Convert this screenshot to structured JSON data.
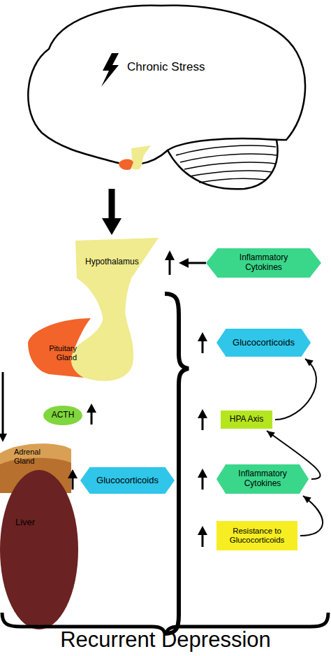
{
  "diagram": {
    "nodes": [
      {
        "text": [
          "Chronic Stress"
        ]
      },
      {
        "text": [
          "Hypothalamus"
        ]
      },
      {
        "text": [
          "Inflammatory Cytokines"
        ]
      },
      {
        "text": [
          "Pituitary Gland"
        ]
      },
      {
        "text": [
          "ACTH"
        ]
      },
      {
        "text": [
          "Adrenal Gland"
        ]
      },
      {
        "text": [
          "Liver"
        ]
      },
      {
        "text": [
          "Glucocorticoids"
        ]
      },
      {
        "text": [
          "Glucocorticoids"
        ]
      },
      {
        "text": [
          "HPA Axis"
        ]
      },
      {
        "text": [
          "Inflammatory Cytokines"
        ]
      },
      {
        "text": [
          "Resistance to Glucocorticoids"
        ]
      }
    ],
    "edges": [
      {
        "from": 0,
        "to": 1,
        "arrow": "to"
      },
      {
        "from": 3,
        "to": 5,
        "arrow": "to"
      },
      {
        "from": 11,
        "to": 10,
        "arrow": "to"
      },
      {
        "from": 10,
        "to": 9,
        "arrow": "to"
      },
      {
        "from": 9,
        "to": 8,
        "arrow": "to"
      }
    ],
    "labels": [
      "Recurrent Depression"
    ]
  }
}
